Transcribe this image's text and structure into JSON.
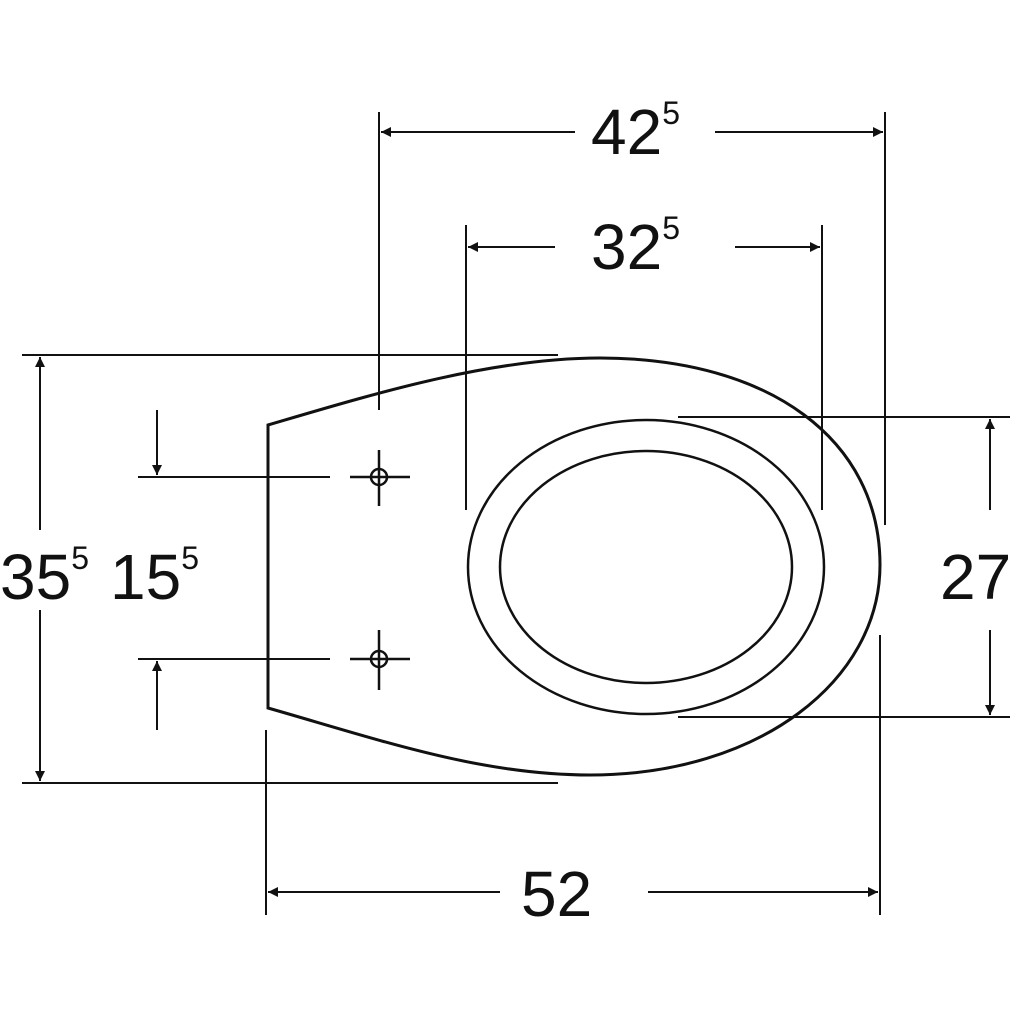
{
  "drawing": {
    "title": "Wall-hung WC bowl top view technical drawing",
    "units": "cm",
    "line_color": "#111111",
    "background": "#ffffff"
  },
  "dimensions": {
    "overall_length": {
      "main": "52",
      "sup": ""
    },
    "fixing_to_front": {
      "main": "42",
      "sup": "5"
    },
    "bowl_opening_length": {
      "main": "32",
      "sup": "5"
    },
    "bowl_opening_width": {
      "main": "27",
      "sup": ""
    },
    "overall_width": {
      "main": "35",
      "sup": "5"
    },
    "fixing_hole_spacing": {
      "main": "15",
      "sup": "5"
    }
  }
}
